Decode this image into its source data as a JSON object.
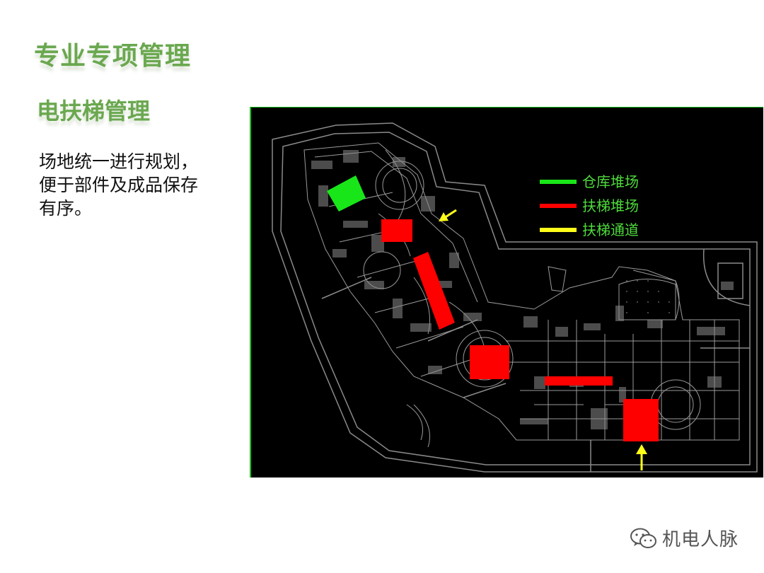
{
  "slide": {
    "title": "专业专项管理",
    "subtitle": "电扶梯管理",
    "body": "场地统一进行规划，\n便于部件及成品保存\n有序。"
  },
  "legend": [
    {
      "label": "仓库堆场",
      "color": "#19e619"
    },
    {
      "label": "扶梯堆场",
      "color": "#ff0000"
    },
    {
      "label": "扶梯通道",
      "color": "#ffff1a"
    }
  ],
  "colors": {
    "title_green": "#6aa84f",
    "plan_background": "#000000",
    "plan_lines": "#8a8a8a",
    "warehouse": "#19e619",
    "escalator_yard": "#ff0000",
    "escalator_path": "#ffff1a"
  },
  "icons": [
    "wechat-icon",
    "yellow-arrow-icon"
  ],
  "watermark": {
    "text": "机电人脉"
  }
}
